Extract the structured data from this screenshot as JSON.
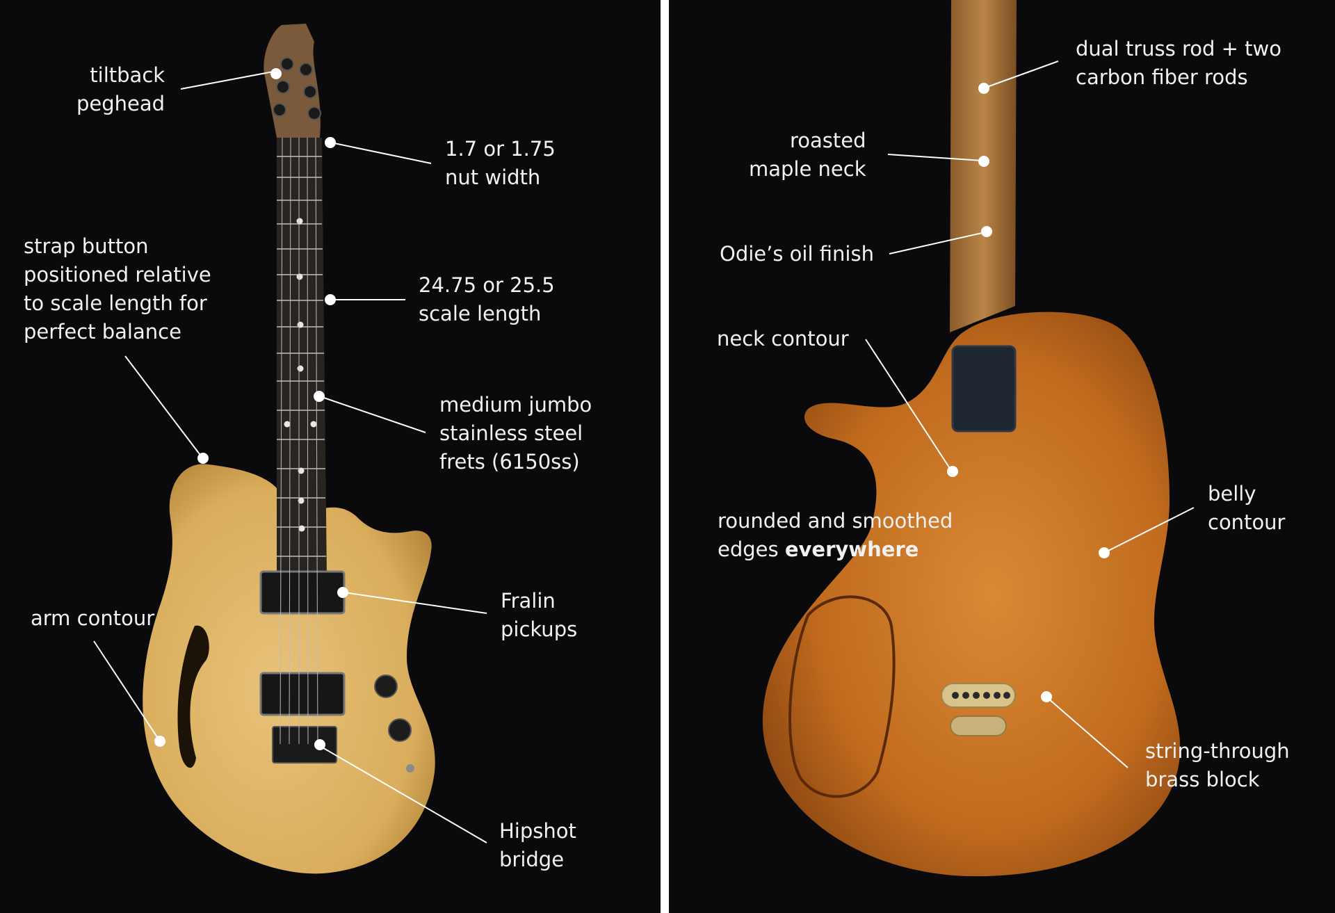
{
  "front": {
    "labels": {
      "peghead": [
        "tiltback",
        "peghead"
      ],
      "nut": [
        "1.7 or 1.75",
        "nut width"
      ],
      "strap": [
        "strap button",
        "positioned relative",
        "to scale length for",
        "perfect balance"
      ],
      "scale": [
        "24.75 or 25.5",
        "scale length"
      ],
      "frets": [
        "medium jumbo",
        "stainless steel",
        "frets (6150ss)"
      ],
      "arm": [
        "arm contour"
      ],
      "pickups": [
        "Fralin",
        "pickups"
      ],
      "bridge": [
        "Hipshot",
        "bridge"
      ]
    }
  },
  "back": {
    "labels": {
      "truss": [
        "dual truss rod + two",
        "carbon fiber  rods"
      ],
      "maple": [
        "roasted",
        "maple neck"
      ],
      "oil": [
        "Odie’s oil finish"
      ],
      "neck_contour": [
        "neck contour"
      ],
      "edges_line1": "rounded and smoothed",
      "edges_line2_prefix": "edges ",
      "edges_line2_bold": "everywhere",
      "belly": [
        "belly",
        "contour"
      ],
      "brass": [
        "string-through",
        "brass block"
      ]
    }
  },
  "colors": {
    "background": "#0a0a0c",
    "divider": "#ffffff",
    "label_text": "#f2f2f2",
    "callout_line": "#ffffff",
    "front_body": "#d9ad5c",
    "fretboard": "#2a2420",
    "back_body": "#c06a1e",
    "back_neck": "#b07a3e"
  }
}
